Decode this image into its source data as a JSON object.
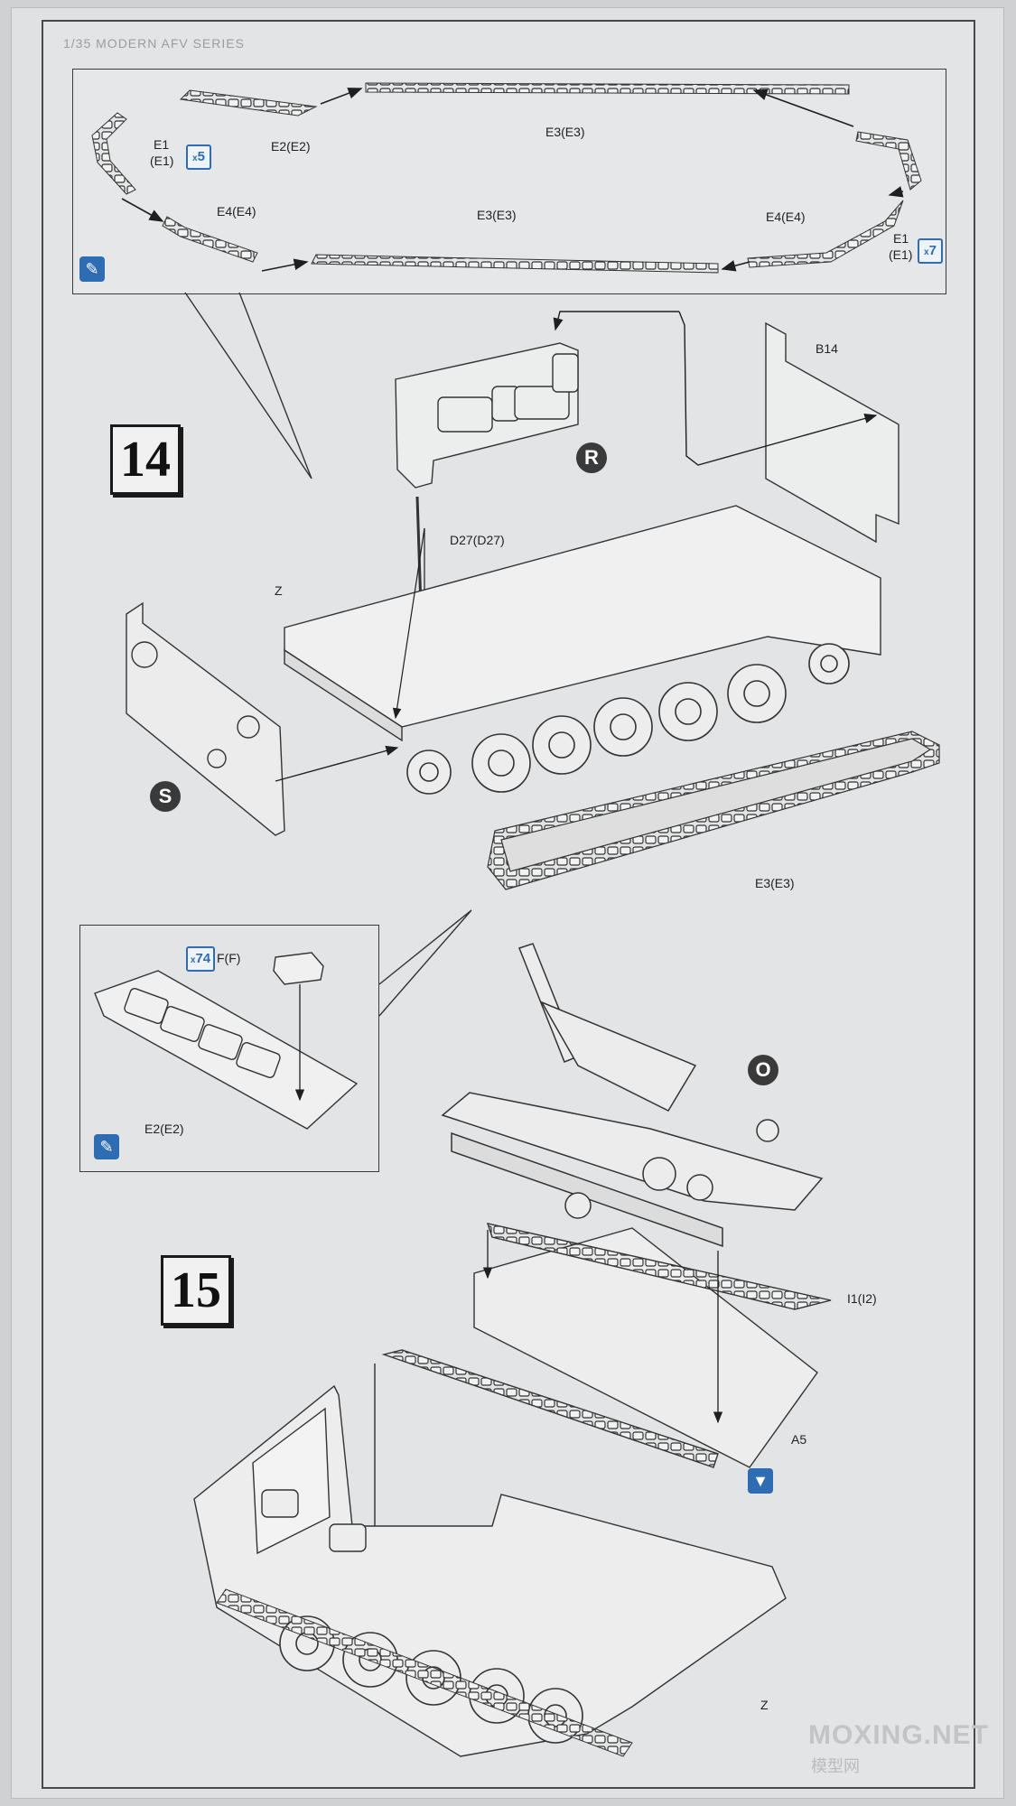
{
  "sheet": {
    "background_title": "M",
    "background_subtitle": "1/35 MODERN AFV SERIES"
  },
  "step14": {
    "number": "14",
    "track_inset": {
      "labels": {
        "e1_top_left": "E1",
        "e1_top_left_sub": "(E1)",
        "e1_top_left_mult": "5",
        "e2": "E2(E2)",
        "e3_top": "E3(E3)",
        "e4_left": "E4(E4)",
        "e3_bottom": "E3(E3)",
        "e4_right": "E4(E4)",
        "e1_right": "E1",
        "e1_right_sub": "(E1)",
        "e1_right_mult": "7"
      }
    },
    "parts": {
      "b14": "B14",
      "r": "R",
      "d27": "D27(D27)",
      "z": "Z",
      "s": "S",
      "e3": "E3(E3)"
    },
    "link_inset": {
      "mult": "74",
      "f": "F(F)",
      "e2": "E2(E2)"
    }
  },
  "step15": {
    "number": "15",
    "parts": {
      "o": "O",
      "i1": "I1(I2)",
      "a5": "A5",
      "z": "Z"
    }
  },
  "icons": {
    "glue": "glue-brush-icon",
    "cement": "cement-drop-icon"
  },
  "colors": {
    "accent_blue": "#2e6db4",
    "line": "#3a3a3a"
  },
  "watermark": {
    "brand": "MOXING.NET",
    "sub": "模型网"
  }
}
